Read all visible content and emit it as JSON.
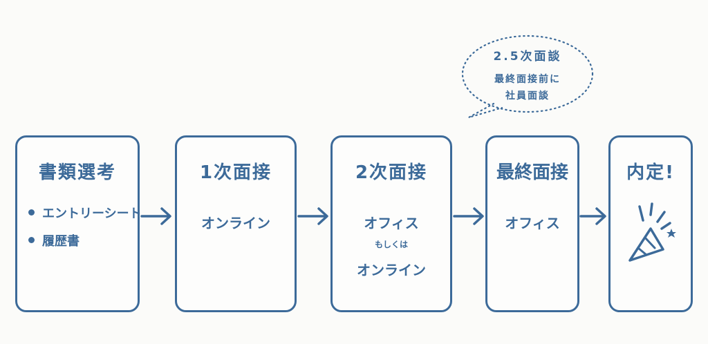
{
  "steps": [
    {
      "title": "書類選考",
      "bullets": [
        "エントリーシート",
        "履歴書"
      ]
    },
    {
      "title": "1次面接",
      "body": "オンライン"
    },
    {
      "title": "2次面接",
      "body": "オフィス",
      "connector": "もしくは",
      "body2": "オンライン"
    },
    {
      "title": "最終面接",
      "body": "オフィス"
    },
    {
      "title": "内定!",
      "icon": "party-popper-icon"
    }
  ],
  "callout": {
    "title": "2.5次面談",
    "lines": [
      "最終面接前に",
      "社員面談"
    ]
  },
  "colors": {
    "primary": "#3c6a99",
    "background": "#fbfbf9"
  }
}
